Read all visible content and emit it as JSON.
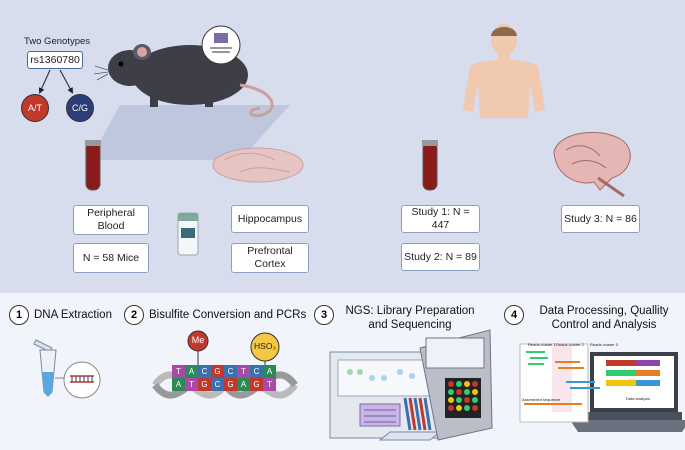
{
  "genotypes": {
    "title": "Two Genotypes",
    "snp": "rs1360780",
    "allele_1": "A/T",
    "allele_2": "C/G"
  },
  "mouse_boxes": {
    "peripheral_blood": "Peripheral Blood",
    "n_mice": "N = 58 Mice",
    "hippocampus": "Hippocampus",
    "prefrontal_cortex": "Prefrontal Cortex"
  },
  "human_boxes": {
    "study_1": "Study 1: N = 447",
    "study_2": "Study 2: N = 89",
    "study_3": "Study 3: N = 86"
  },
  "steps": [
    {
      "number": "1",
      "title": "DNA Extraction"
    },
    {
      "number": "2",
      "title": "Bisulfite Conversion and PCRs"
    },
    {
      "number": "3",
      "title": "NGS: Library Preparation and Sequencing"
    },
    {
      "number": "4",
      "title": "Data Processing, Quallity Control and Analysis"
    }
  ],
  "bisulfite": {
    "methyl_label": "Me",
    "hso3_label": "HSO₃",
    "dna_top": [
      "T",
      "A",
      "C",
      "G",
      "C",
      "T",
      "C",
      "A"
    ],
    "dna_bottom": [
      "A",
      "T",
      "G",
      "C",
      "G",
      "A",
      "G",
      "T"
    ]
  },
  "analysis_screen": {
    "cluster_1": "Reads cluster 1",
    "cluster_2": "Reads cluster 2",
    "cluster_3": "Reads cluster 3",
    "assembled": "Assembled sequence",
    "data_analysis": "Data analysis"
  },
  "colors": {
    "top_panel": "#d7ddec",
    "bottom_panel": "#f1f4fa",
    "box_border": "#8ea0c2",
    "allele_at": "#c0392b",
    "allele_cg": "#2c3e7a",
    "blood": "#8b1a1a"
  }
}
